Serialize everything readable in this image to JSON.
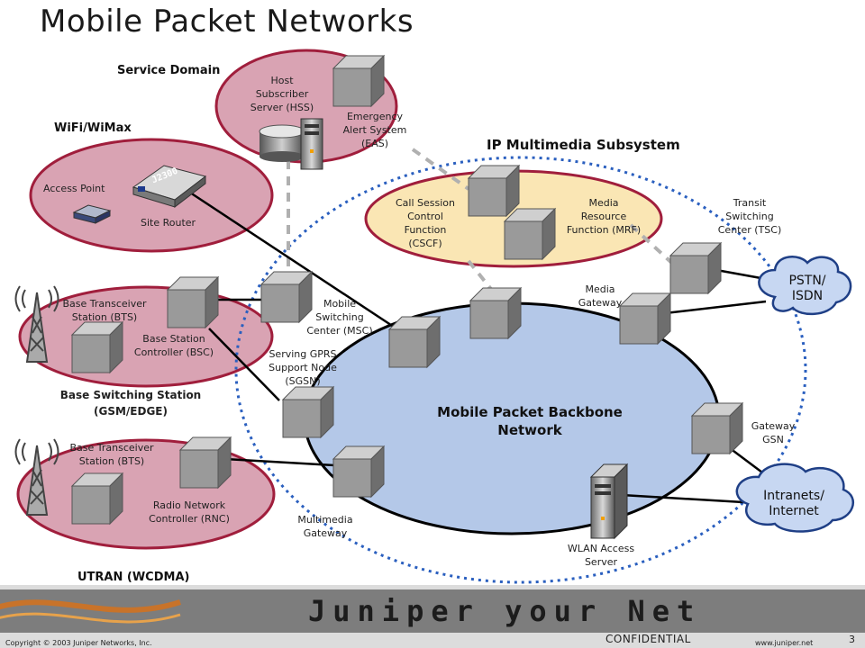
{
  "title": "Mobile Packet Networks",
  "headers": {
    "service_domain": "Service Domain",
    "wifi": "WiFi/WiMax",
    "ims": "IP Multimedia Subsystem",
    "bss": "Base Switching Station\n(GSM/EDGE)",
    "utran": "UTRAN (WCDMA)"
  },
  "labels": {
    "hss": "Host\nSubscriber\nServer (HSS)",
    "eas": "Emergency\nAlert System\n(EAS)",
    "access_point": "Access Point",
    "site_router": "Site Router",
    "router_model": "J2300",
    "cscf": "Call Session\nControl\nFunction\n(CSCF)",
    "mrf": "Media\nResource\nFunction (MRF)",
    "tsc": "Transit\nSwitching\nCenter (TSC)",
    "bts1": "Base Transceiver\nStation (BTS)",
    "bsc": "Base Station\nController (BSC)",
    "msc": "Mobile\nSwitching\nCenter (MSC)",
    "media_gateway": "Media\nGateway",
    "sgsn": "Serving GPRS\nSupport Node\n(SGSN)",
    "bts2": "Base Transceiver\nStation (BTS)",
    "rnc": "Radio Network\nController (RNC)",
    "mm_gateway": "Multimedia\nGateway",
    "wlan": "WLAN Access\nServer",
    "ggsn": "Gateway\nGSN",
    "backbone": "Mobile Packet Backbone\nNetwork",
    "pstn": "PSTN/\nISDN",
    "intranet": "Intranets/\nInternet"
  },
  "footer": {
    "brand": "Juniper your Net",
    "copyright": "Copyright © 2003 Juniper Networks, Inc.",
    "confidential": "CONFIDENTIAL",
    "url": "www.juniper.net",
    "page": "3"
  },
  "colors": {
    "pink_region": "#d9a3b3",
    "ims_region": "#fae6b4",
    "backbone": "#b4c8e8",
    "dashed_ring": "#2a5fbf",
    "cloud": "#c7d7f2",
    "switch_gray": "#9a9a9a"
  }
}
